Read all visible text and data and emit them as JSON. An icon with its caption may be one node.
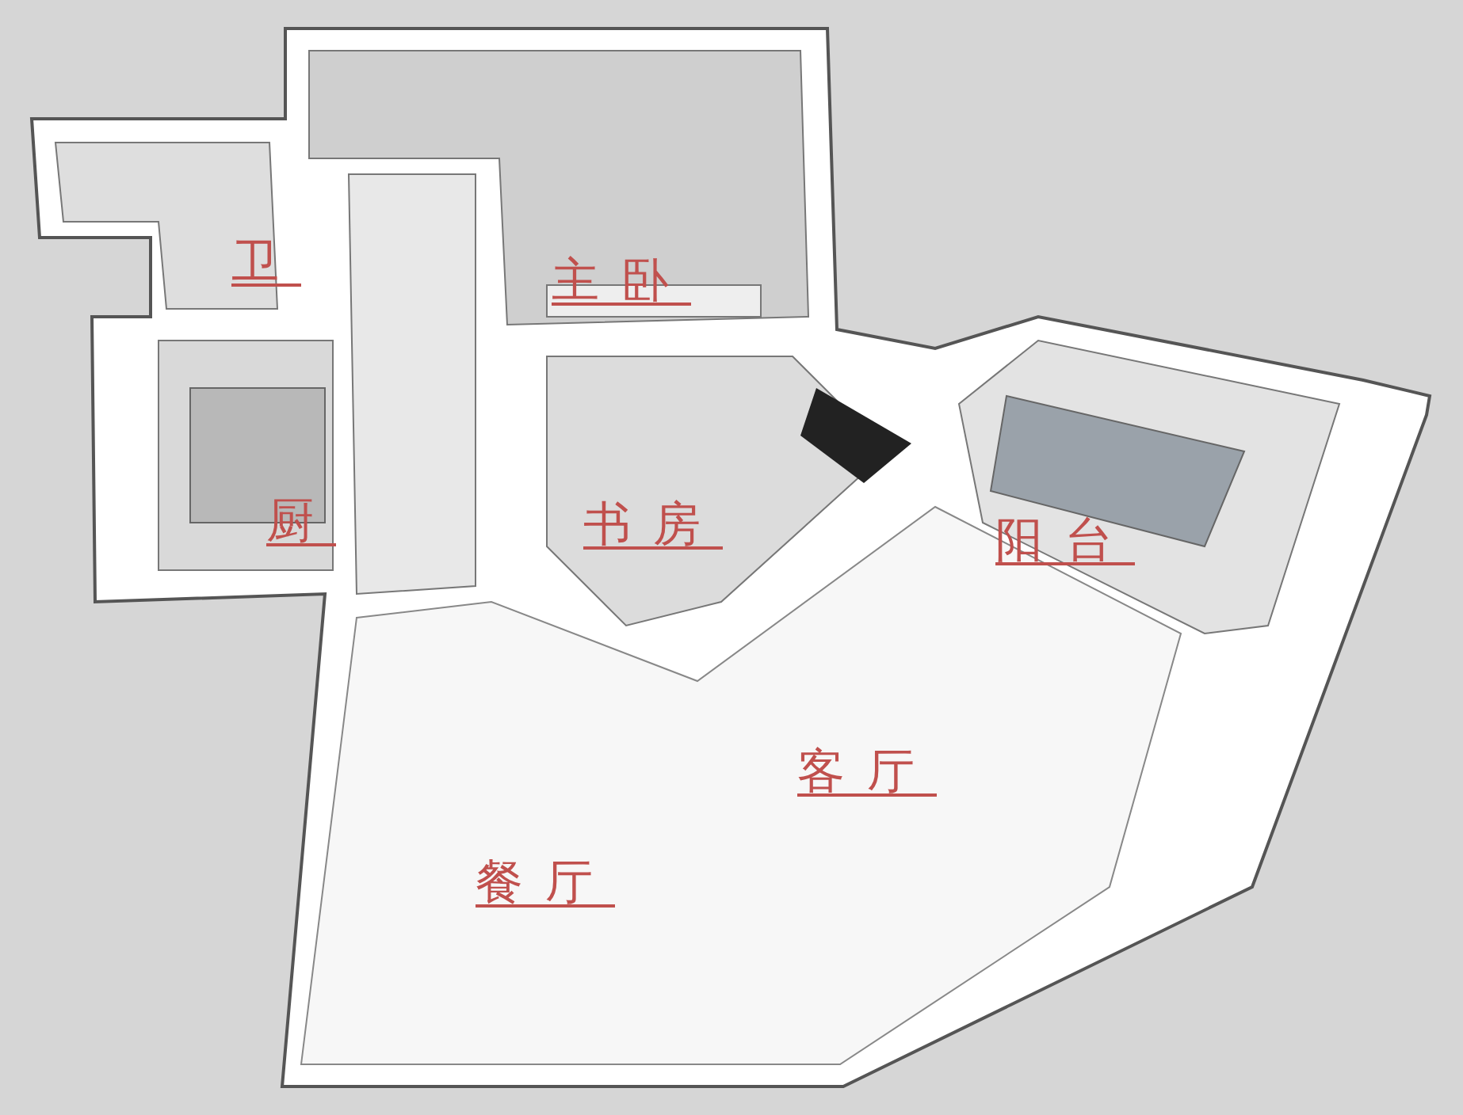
{
  "diagram": {
    "labels": [
      "卫",
      "主卧",
      "厨",
      "书房",
      "阳台",
      "客厅",
      "餐厅"
    ]
  }
}
